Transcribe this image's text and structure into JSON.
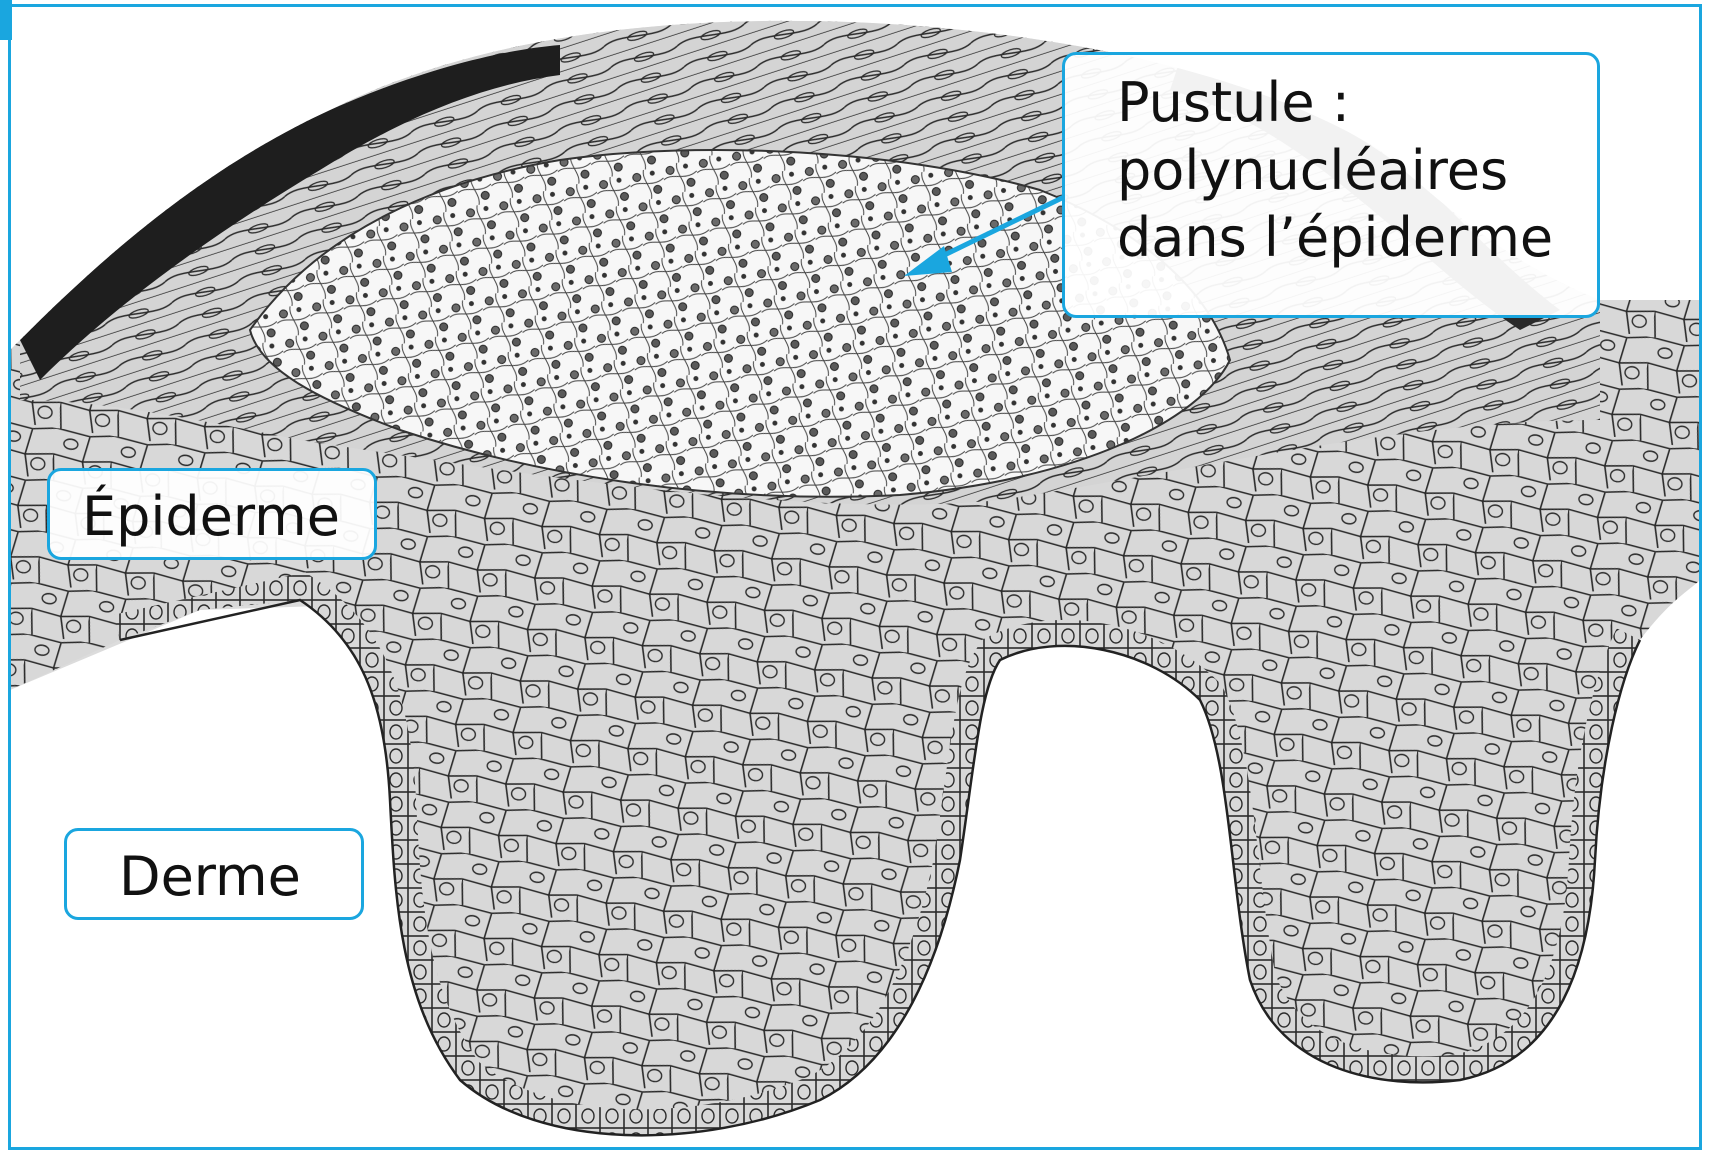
{
  "labels": {
    "pustule_line1": "Pustule :",
    "pustule_line2": "polynucléaires",
    "pustule_line3": "dans l’épiderme",
    "epiderme": "Épiderme",
    "derme": "Derme"
  },
  "colors": {
    "accent": "#1aa6df",
    "tissue": "#d8d8d8",
    "line": "#222222",
    "dark_layer": "#1e1e1e"
  }
}
